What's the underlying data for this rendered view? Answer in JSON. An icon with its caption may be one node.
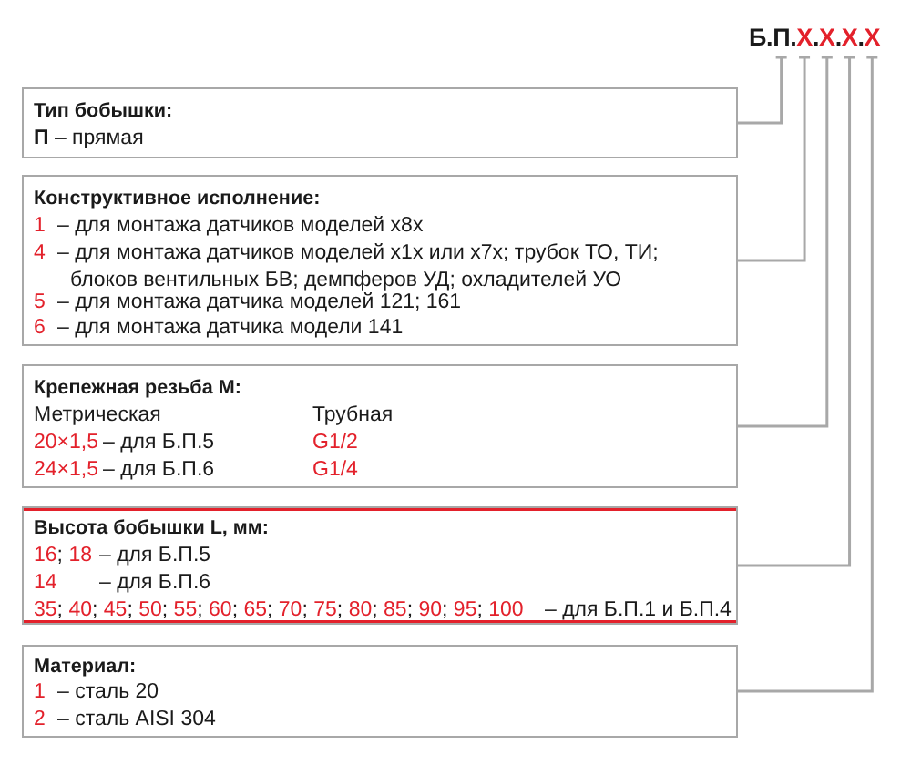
{
  "diagram": {
    "nodes": [
      {
        "text": [
          "П."
        ]
      },
      {
        "text": [
          "Х."
        ]
      },
      {
        "text": [
          "Х."
        ]
      },
      {
        "text": [
          "Х."
        ]
      },
      {
        "text": [
          "Х"
        ]
      },
      {
        "text": [
          "Тип бобышки:",
          "**П** – прямая"
        ]
      },
      {
        "text": [
          "Конструктивное исполнение:",
          "1",
          "– для монтажа датчиков моделей x8x",
          "4",
          "– для монтажа датчиков моделей x1x или x7x; трубок ТО, ТИ; блоков вентильных БВ; демпферов УД; охладителей УО",
          "5",
          "– для монтажа датчика моделей 121; 161",
          "6",
          "– для монтажа датчика модели 141"
        ]
      },
      {
        "text": [
          "Крепежная резьба М:",
          "Метрическая",
          "Трубная",
          "20×1,5",
          "– для Б.П.5",
          "G1/2",
          "24×1,5",
          "– для Б.П.6",
          "G1/4"
        ]
      },
      {
        "text": [
          "Высота бобышки L, мм:",
          "16; 18",
          "– для Б.П.5",
          "14",
          "– для Б.П.6",
          "35; 40; 45; 50; 55; 60; 65; 70; 75; 80; 85; 90; 95; 100",
          "– для Б.П.1 и Б.П.4"
        ]
      },
      {
        "text": [
          "Материал:",
          "1",
          "– сталь 20",
          "2",
          "– сталь AISI 304"
        ]
      }
    ],
    "edges": [
      {
        "from": 0,
        "to": 5,
        "arrow": "none"
      },
      {
        "from": 1,
        "to": 6,
        "arrow": "none"
      },
      {
        "from": 2,
        "to": 7,
        "arrow": "none"
      },
      {
        "from": 3,
        "to": 8,
        "arrow": "none"
      },
      {
        "from": 4,
        "to": 9,
        "arrow": "none"
      }
    ],
    "labels": [
      "Б."
    ]
  }
}
